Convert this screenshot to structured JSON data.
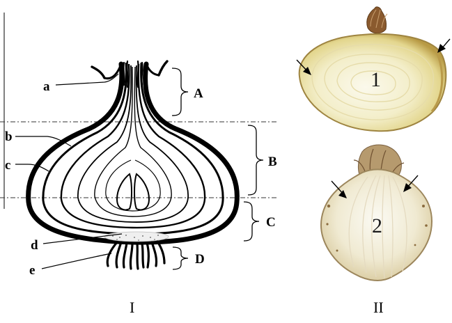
{
  "panel_left": {
    "numeral": "I",
    "part_labels": {
      "a": "a",
      "b": "b",
      "c": "c",
      "d": "d",
      "e": "e"
    },
    "zone_labels": {
      "A": "A",
      "B": "B",
      "C": "C",
      "D": "D"
    }
  },
  "panel_right": {
    "numeral": "II",
    "photo_top_number": "1",
    "photo_bottom_number": "2"
  }
}
